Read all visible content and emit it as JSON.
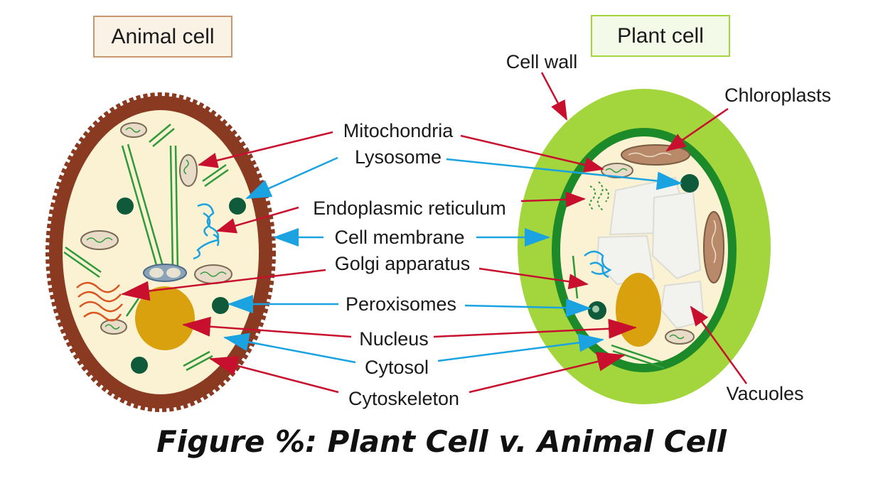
{
  "titles": {
    "animal": "Animal cell",
    "plant": "Plant cell"
  },
  "labels": {
    "cell_wall": "Cell wall",
    "chloroplasts": "Chloroplasts",
    "mitochondria": "Mitochondria",
    "lysosome": "Lysosome",
    "endoplasmic_reticulum": "Endoplasmic reticulum",
    "cell_membrane": "Cell membrane",
    "golgi_apparatus": "Golgi apparatus",
    "peroxisomes": "Peroxisomes",
    "nucleus": "Nucleus",
    "cytosol": "Cytosol",
    "cytoskeleton": "Cytoskeleton",
    "vacuoles": "Vacuoles"
  },
  "caption": "Figure %: Plant Cell v. Animal Cell",
  "colors": {
    "red_arrow": "#c8102e",
    "blue_arrow": "#1aa3e0",
    "animal_membrane": "#8b3a22",
    "cytoplasm": "#fbf2d3",
    "plant_wall": "#a3d63c",
    "plant_membrane": "#1d8a2a",
    "nucleus": "#d9a10e",
    "organelle_dark": "#0f5a3a",
    "vacuole": "#f2f2ef"
  }
}
